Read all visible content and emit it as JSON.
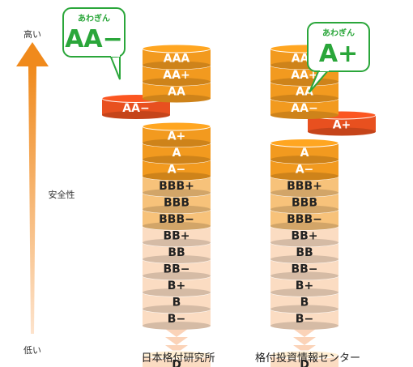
{
  "safety_axis": {
    "high_label": "高い",
    "middle_label": "安全性",
    "low_label": "低い"
  },
  "rating_colors": {
    "strong": "#f29a1f",
    "medium": "#f7c27a",
    "light": "#fbdcc2",
    "highlight": "#e8501f",
    "bubble": "#2aa63a"
  },
  "agencies": [
    {
      "name": "日本格付研究所",
      "ratings": [
        "AAA",
        "AA+",
        "AA",
        "AA−",
        "A+",
        "A",
        "A−",
        "BBB+",
        "BBB",
        "BBB−",
        "BB+",
        "BB",
        "BB−",
        "B+",
        "B",
        "B−",
        "D"
      ],
      "current_rating": "AA−",
      "bubble": {
        "caption": "あわぎん",
        "rating": "AA−"
      }
    },
    {
      "name": "格付投資情報センター",
      "ratings": [
        "AAA",
        "AA+",
        "AA",
        "AA−",
        "A+",
        "A",
        "A−",
        "BBB+",
        "BBB",
        "BBB−",
        "BB+",
        "BB",
        "BB−",
        "B+",
        "B",
        "B−",
        "D"
      ],
      "current_rating": "A+",
      "bubble": {
        "caption": "あわぎん",
        "rating": "A+"
      }
    }
  ]
}
